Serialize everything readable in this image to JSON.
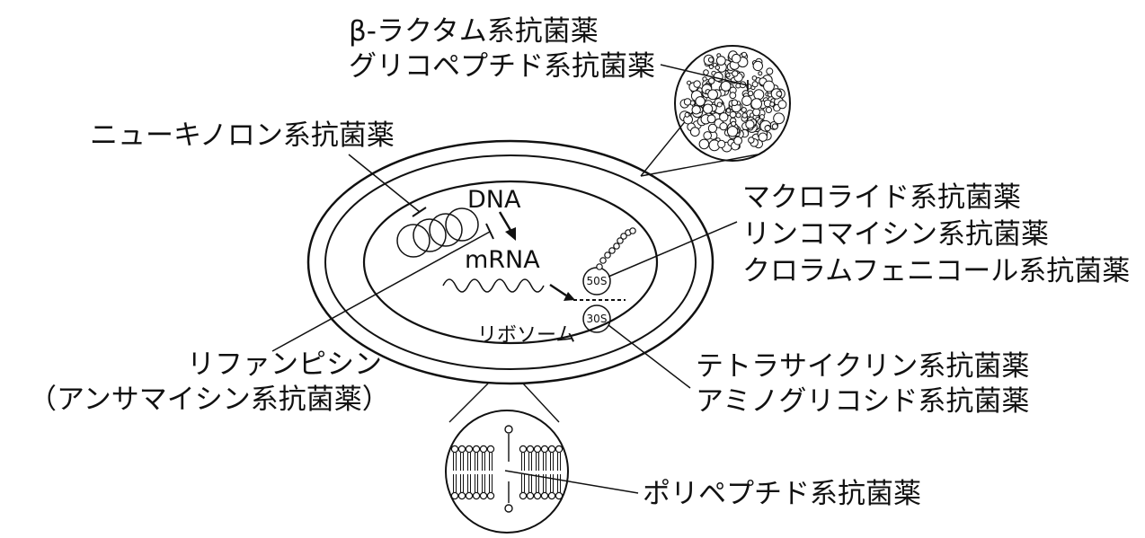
{
  "labels": {
    "beta_lactam": "β-ラクタム系抗菌薬",
    "glycopeptide": "グリコペプチド系抗菌薬",
    "new_quinolone": "ニューキノロン系抗菌薬",
    "dna": "DNA",
    "mrna": "mRNA",
    "macrolide": "マクロライド系抗菌薬",
    "lincomycin": "リンコマイシン系抗菌薬",
    "chloramphenicol": "クロラムフェニコール系抗菌薬",
    "ribosome_50s": "50S",
    "ribosome_30s": "30S",
    "ribosome": "リボソーム",
    "rifampicin": "リファンピシン",
    "ansamycin": "（アンサマイシン系抗菌薬）",
    "tetracycline": "テトラサイクリン系抗菌薬",
    "aminoglycoside": "アミノグリコシド系抗菌薬",
    "polypeptide": "ポリペプチド系抗菌薬"
  }
}
